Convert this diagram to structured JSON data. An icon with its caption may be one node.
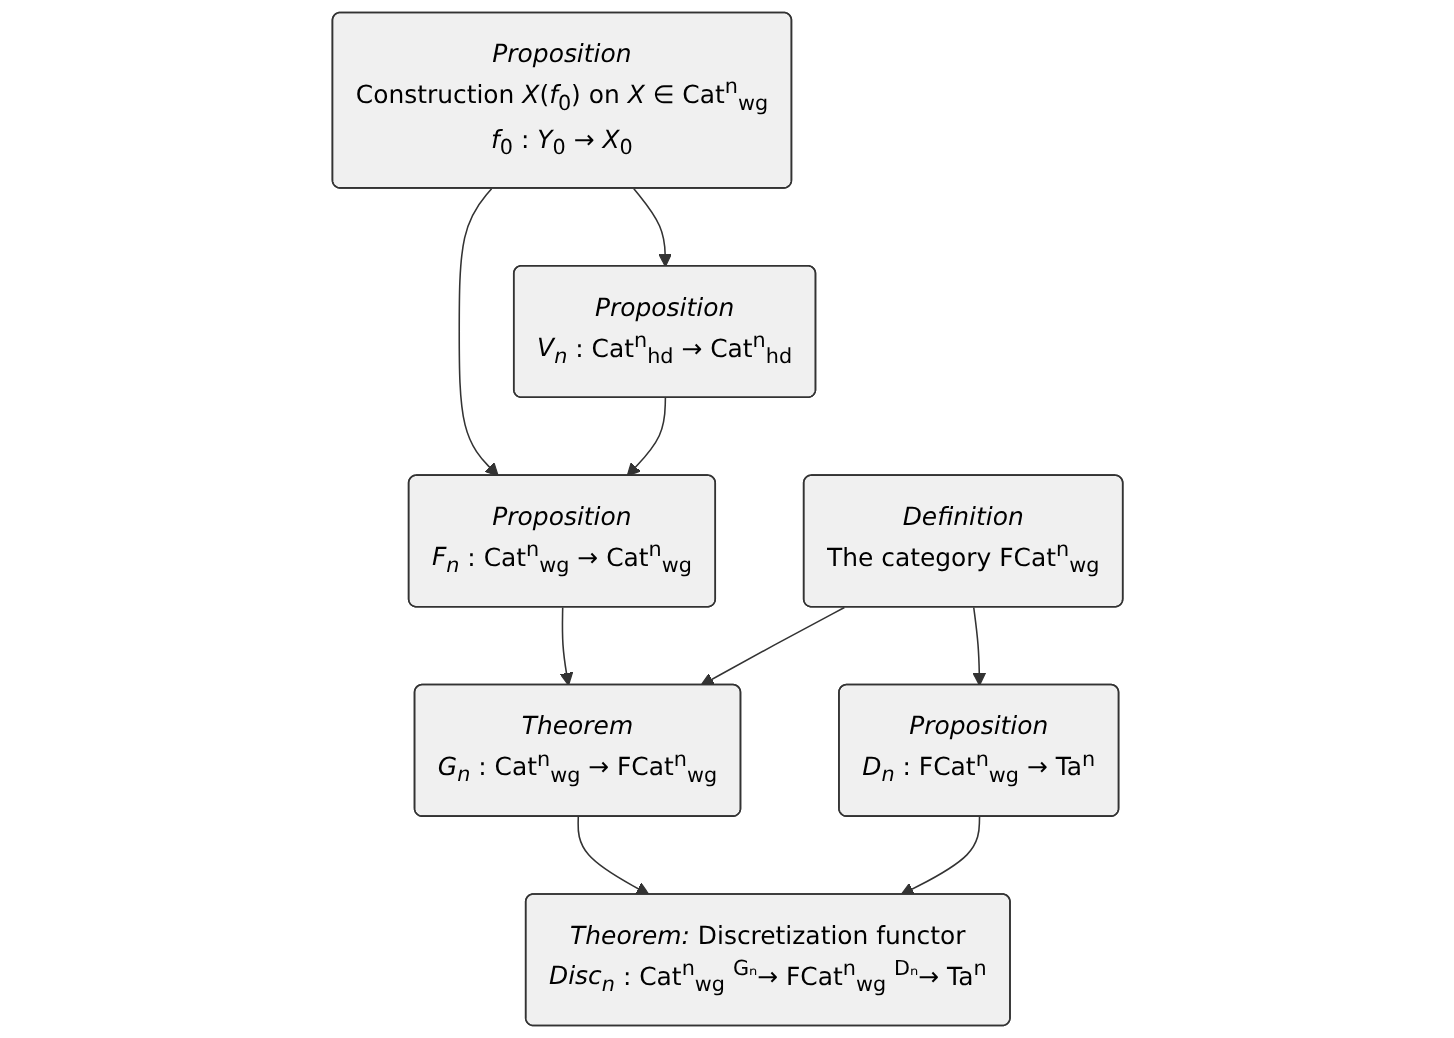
{
  "diagram": {
    "nodes": [
      {
        "text": [
          "*Proposition*",
          "Construction *X*(*f*$_{0}$) on *X* ∈ Cat$^{n}$$_{wg}$",
          "*f*$_{0}$ : *Y*$_{0}$ → *X*$_{0}$"
        ]
      },
      {
        "text": [
          "*Proposition*",
          "*V$_{n}$* : Cat$^{n}$$_{hd}$ → Cat$^{n}$$_{hd}$"
        ]
      },
      {
        "text": [
          "*Proposition*",
          "*F$_{n}$* : Cat$^{n}$$_{wg}$ → Cat$^{n}$$_{wg}$"
        ]
      },
      {
        "text": [
          "*Definition*",
          "The category FCat$^{n}$$_{wg}$"
        ]
      },
      {
        "text": [
          "*Theorem*",
          "*G$_{n}$* : Cat$^{n}$$_{wg}$ → FCat$^{n}$$_{wg}$"
        ]
      },
      {
        "text": [
          "*Proposition*",
          "*D$_{n}$* : FCat$^{n}$$_{wg}$ → Ta$^{n}$"
        ]
      },
      {
        "text": [
          "*Theorem:* Discretization functor",
          "*Disc$_{n}$* : Cat$^{n}$$_{wg}$ $^{Gₙ}$→ FCat$^{n}$$_{wg}$ $^{Dₙ}$→ Ta$^{n}$"
        ]
      }
    ],
    "edges": [
      {
        "from": 0,
        "to": 1,
        "arrow": "to"
      },
      {
        "from": 0,
        "to": 2,
        "arrow": "to"
      },
      {
        "from": 1,
        "to": 2,
        "arrow": "to"
      },
      {
        "from": 2,
        "to": 4,
        "arrow": "to"
      },
      {
        "from": 3,
        "to": 4,
        "arrow": "to"
      },
      {
        "from": 3,
        "to": 5,
        "arrow": "to"
      },
      {
        "from": 4,
        "to": 6,
        "arrow": "to"
      },
      {
        "from": 5,
        "to": 6,
        "arrow": "to"
      }
    ]
  }
}
